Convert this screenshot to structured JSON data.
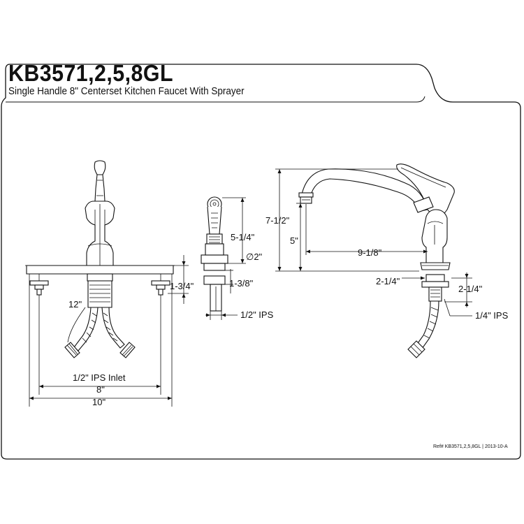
{
  "header": {
    "model": "KB3571,2,5,8GL",
    "description": "Single Handle 8\" Centerset Kitchen Faucet With Sprayer"
  },
  "front_view": {
    "dim_hose_length": "12\"",
    "dim_deck_height": "1-3/4\"",
    "dim_inlet": "1/2\" IPS Inlet",
    "dim_centers": "8\"",
    "dim_plate_width": "10\""
  },
  "sprayer_view": {
    "dim_height": "5-1/4\"",
    "dim_diameter": "∅2\"",
    "dim_base_height": "1-3/8\"",
    "dim_connection": "1/2\" IPS"
  },
  "side_view": {
    "dim_total_height": "7-1/2\"",
    "dim_spout_height": "5\"",
    "dim_reach": "9-1/8\"",
    "dim_base_left": "2-1/4\"",
    "dim_base_right": "2-1/4\"",
    "dim_connection": "1/4\" IPS"
  },
  "footer": {
    "reference": "Ref# KB3571,2,5,8GL | 2013-10-A"
  }
}
